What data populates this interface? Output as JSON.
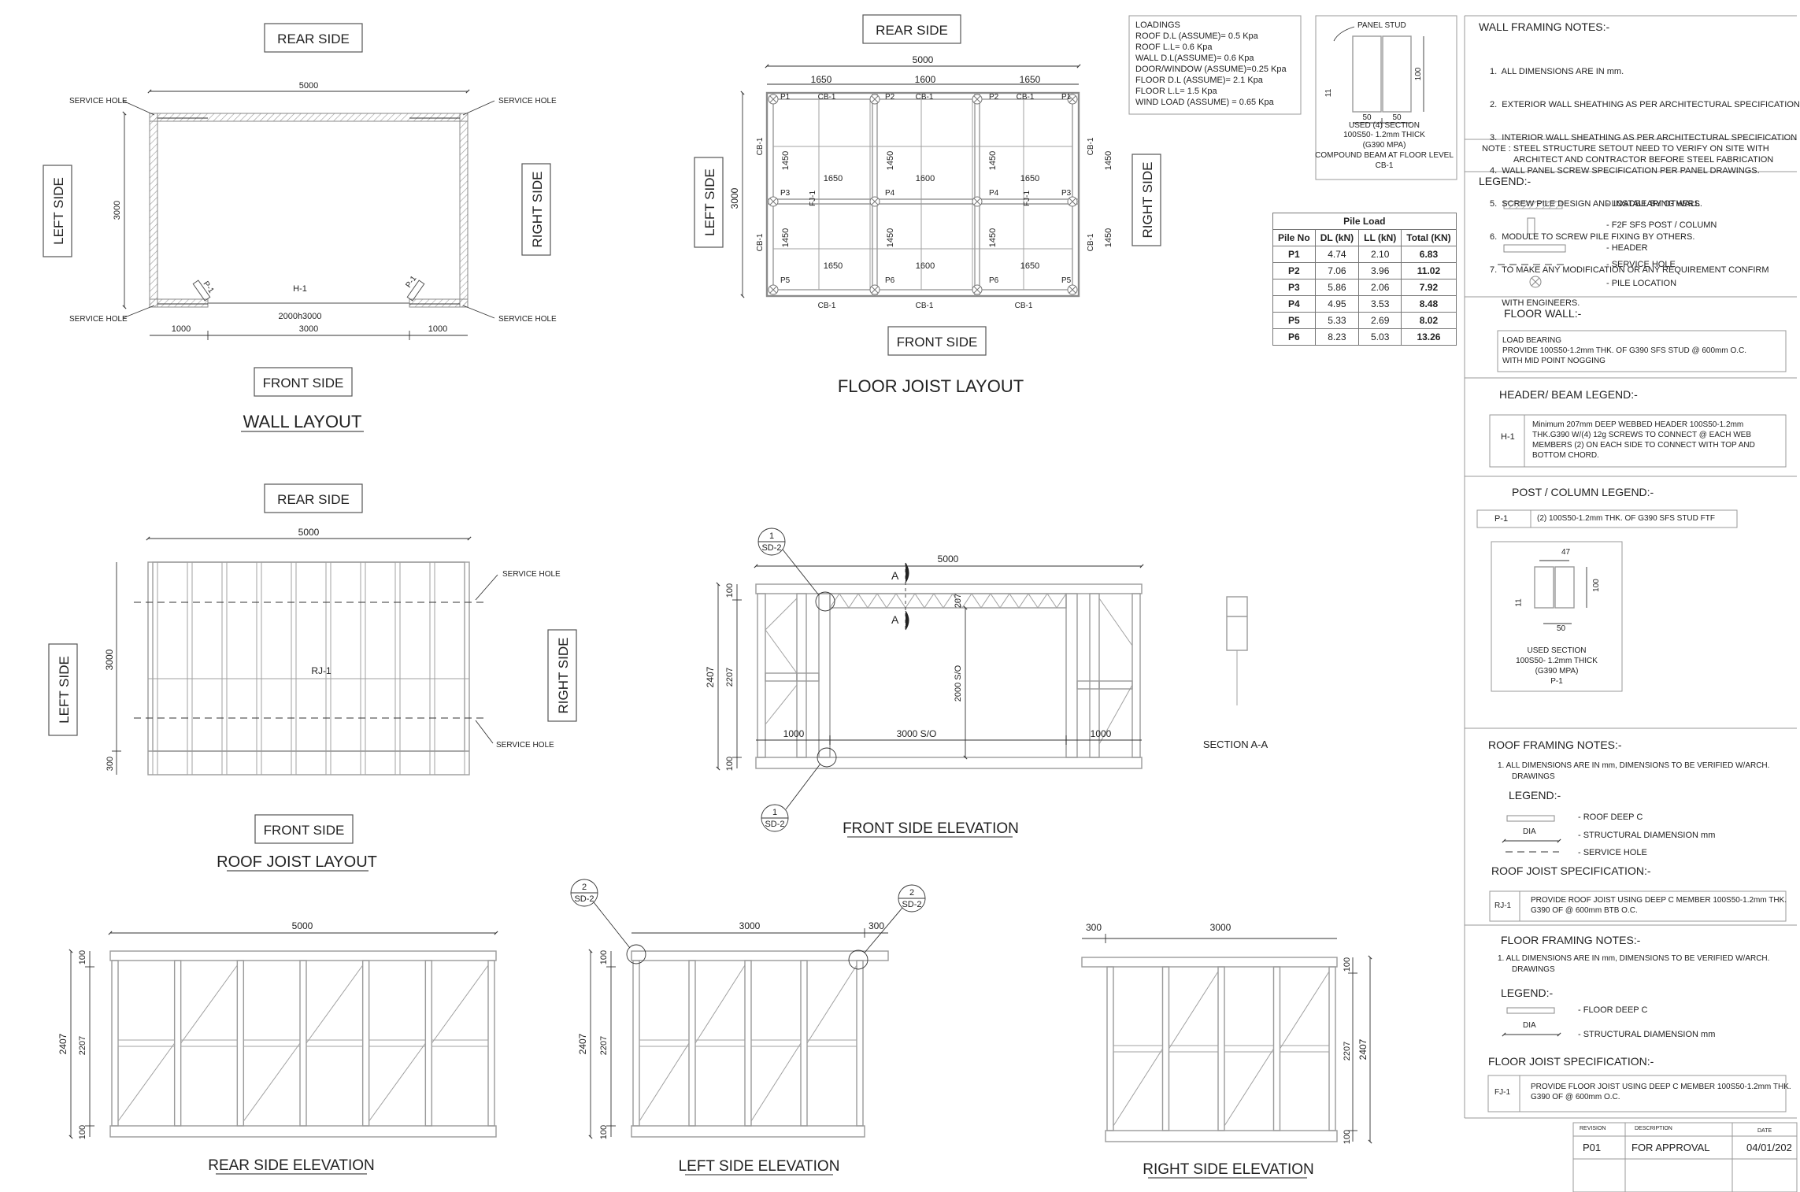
{
  "side_labels": {
    "rear": "REAR SIDE",
    "front": "FRONT SIDE",
    "left": "LEFT SIDE",
    "right": "RIGHT SIDE"
  },
  "titles": {
    "wall_layout": "WALL LAYOUT",
    "floor_joist_layout": "FLOOR JOIST LAYOUT",
    "roof_joist_layout": "ROOF JOIST LAYOUT",
    "front_side_elevation": "FRONT SIDE ELEVATION",
    "section_aa": "SECTION A-A",
    "rear_side_elevation": "REAR SIDE ELEVATION",
    "left_side_elevation": "LEFT SIDE ELEVATION",
    "right_side_elevation": "RIGHT SIDE ELEVATION"
  },
  "wall_layout": {
    "width": "5000",
    "depth": "3000",
    "service_hole": "SERVICE HOLE",
    "post": "P-1",
    "header": "H-1",
    "opening": "2000h3000",
    "bottom_dims": [
      "1000",
      "3000",
      "1000"
    ]
  },
  "floor_joist": {
    "width": "5000",
    "bays": [
      "1650",
      "1600",
      "1650"
    ],
    "depth": "3000",
    "half_depth": "1450",
    "piles": [
      "P1",
      "P2",
      "P2",
      "P1",
      "P3",
      "P4",
      "P4",
      "P3",
      "P5",
      "P6",
      "P6",
      "P5"
    ],
    "beam": "CB-1",
    "joist": "FJ-1"
  },
  "roof_joist": {
    "width": "5000",
    "depth": "3000",
    "eave": "300",
    "service_hole": "SERVICE HOLE",
    "joist": "RJ-1"
  },
  "front_elev": {
    "width": "5000",
    "h_total": "2407",
    "h_mid": "2207",
    "top": "100",
    "bottom": "100",
    "opening_h": "2000 S/O",
    "header_depth": "207",
    "opening_w": "3000  S/O",
    "side_w": "1000",
    "section_mark": "A",
    "detail_num": "1",
    "detail_ref": "SD-2"
  },
  "rear_elev": {
    "width": "5000",
    "h_total": "2407",
    "h_mid": "2207",
    "top": "100",
    "bottom": "100"
  },
  "left_elev": {
    "width": "3000",
    "eave": "300",
    "h_total": "2407",
    "h_mid": "2207",
    "top": "100",
    "bottom": "100",
    "detail_num": "2",
    "detail_ref": "SD-2"
  },
  "right_elev": {
    "width": "3000",
    "eave": "300",
    "h_total": "2407",
    "h_mid": "2207",
    "top": "100",
    "bottom": "100"
  },
  "loadings": {
    "title": "LOADINGS",
    "lines": [
      "ROOF D.L (ASSUME)= 0.5 Kpa",
      "ROOF L.L= 0.6 Kpa",
      "WALL D.L(ASSUME)= 0.6 Kpa",
      "DOOR/WINDOW (ASSUME)=0.25 Kpa",
      "FLOOR D.L (ASSUME)= 2.1 Kpa",
      "FLOOR L.L= 1.5 Kpa",
      "WIND LOAD (ASSUME) = 0.65 Kpa"
    ]
  },
  "panel_stud": {
    "title": "PANEL STUD",
    "dims": [
      "50",
      "50",
      "100",
      "11"
    ],
    "caption": [
      "USED (4) SECTION",
      "100S50- 1.2mm THICK",
      "(G390 MPA)",
      "COMPOUND BEAM AT FLOOR LEVEL",
      "CB-1"
    ]
  },
  "pile_load": {
    "title": "Pile Load",
    "headers": [
      "Pile No",
      "DL (kN)",
      "LL (kN)",
      "Total (KN)"
    ],
    "rows": [
      [
        "P1",
        "4.74",
        "2.10",
        "6.83"
      ],
      [
        "P2",
        "7.06",
        "3.96",
        "11.02"
      ],
      [
        "P3",
        "5.86",
        "2.06",
        "7.92"
      ],
      [
        "P4",
        "4.95",
        "3.53",
        "8.48"
      ],
      [
        "P5",
        "5.33",
        "2.69",
        "8.02"
      ],
      [
        "P6",
        "8.23",
        "5.03",
        "13.26"
      ]
    ]
  },
  "wall_notes": {
    "title": "WALL FRAMING NOTES:-",
    "items": [
      "1.  ALL DIMENSIONS ARE IN mm.",
      "2.  EXTERIOR WALL SHEATHING AS PER ARCHITECTURAL SPECIFICATION",
      "3.  INTERIOR WALL SHEATHING AS PER ARCHITECTURAL SPECIFICATION",
      "4.  WALL PANEL SCREW SPECIFICATION PER PANEL DRAWINGS.",
      "5.  SCREW PILE DESIGN AND INSTALL BY OTHERS.",
      "6.  MODULE TO SCREW PILE FIXING BY OTHERS.",
      "7.  TO MAKE ANY MODIFICATION OR ANY REQUIREMENT CONFIRM",
      "     WITH ENGINEERS."
    ],
    "note1": "NOTE : STEEL STRUCTURE SETOUT NEED TO VERIFY ON SITE WITH",
    "note2": "ARCHITECT AND CONTRACTOR BEFORE STEEL FABRICATION"
  },
  "legend": {
    "title": "LEGEND:-",
    "items": [
      "- LOADBEARING WALL",
      "- F2F SFS POST / COLUMN",
      "- HEADER",
      "- SERVICE HOLE",
      "- PILE LOCATION"
    ]
  },
  "floor_wall": {
    "title": "FLOOR WALL:-",
    "lines": [
      "LOAD BEARING",
      "PROVIDE 100S50-1.2mm THK. OF G390  SFS STUD  @ 600mm O.C.",
      "WITH MID POINT NOGGING"
    ]
  },
  "header_legend": {
    "title": "HEADER/  BEAM LEGEND:-",
    "code": "H-1",
    "lines": [
      "Minimum 207mm DEEP WEBBED HEADER 100S50-1.2mm",
      "THK.G390 W/(4) 12g SCREWS TO CONNECT @ EACH WEB",
      "MEMBERS (2) ON EACH SIDE TO CONNECT WITH TOP AND",
      "BOTTOM CHORD."
    ]
  },
  "post_legend": {
    "title": "POST / COLUMN LEGEND:-",
    "code": "P-1",
    "text": "(2) 100S50-1.2mm THK. OF G390  SFS STUD FTF",
    "dims": [
      "47",
      "11",
      "100",
      "50"
    ],
    "caption": [
      "USED SECTION",
      "100S50- 1.2mm THICK",
      "(G390 MPA)",
      "P-1"
    ]
  },
  "roof_notes": {
    "title": "ROOF FRAMING NOTES:-",
    "item1": "1.  ALL DIMENSIONS ARE IN mm, DIMENSIONS TO BE VERIFIED W/ARCH.",
    "item1b": "DRAWINGS",
    "legend": "LEGEND:-",
    "legend_items": [
      "- ROOF DEEP C",
      "- STRUCTURAL DIAMENSION mm",
      "- SERVICE HOLE"
    ],
    "dia": "DIA",
    "spec_title": "ROOF JOIST  SPECIFICATION:-",
    "spec_code": "RJ-1",
    "spec_lines": [
      "PROVIDE  ROOF JOIST USING DEEP C MEMBER 100S50-1.2mm THK.",
      "G390 OF @ 600mm BTB O.C."
    ]
  },
  "floor_notes": {
    "title": "FLOOR FRAMING NOTES:-",
    "item1": "1.  ALL DIMENSIONS ARE IN mm, DIMENSIONS TO BE VERIFIED W/ARCH.",
    "item1b": "DRAWINGS",
    "legend": "LEGEND:-",
    "legend_items": [
      "- FLOOR DEEP C",
      "- STRUCTURAL DIAMENSION mm"
    ],
    "dia": "DIA",
    "spec_title": "FLOOR JOIST SPECIFICATION:-",
    "spec_code": "FJ-1",
    "spec_lines": [
      "PROVIDE  FLOOR JOIST USING DEEP C MEMBER 100S50-1.2mm THK.",
      "G390 OF @ 600mm O.C."
    ]
  },
  "revision": {
    "headers": [
      "REVISION",
      "DESCRIPTION",
      "DATE"
    ],
    "row": [
      "P01",
      "FOR APPROVAL",
      "04/01/202"
    ]
  }
}
